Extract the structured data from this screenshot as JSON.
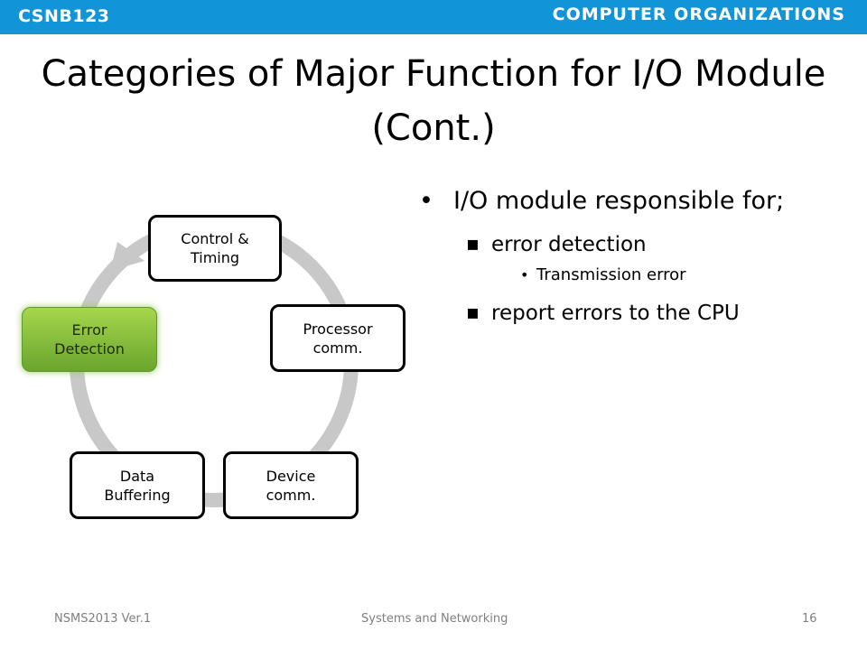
{
  "header": {
    "course_code": "CSNB123",
    "course_name": "COMPUTER ORGANIZATIONS",
    "bar_color": "#1295d8"
  },
  "slide": {
    "title": "Categories of Major Function for I/O Module (Cont.)"
  },
  "diagram": {
    "type": "cycle",
    "nodes": [
      {
        "label": "Control &\nTiming",
        "highlighted": false
      },
      {
        "label": "Processor\ncomm.",
        "highlighted": false
      },
      {
        "label": "Device\ncomm.",
        "highlighted": false
      },
      {
        "label": "Data\nBuffering",
        "highlighted": false
      },
      {
        "label": "Error\nDetection",
        "highlighted": true
      }
    ],
    "ring_color": "#c8c8c8",
    "highlight_color": "#8cc63f"
  },
  "bullets": {
    "main": "I/O module responsible for;",
    "sub1": "error detection",
    "sub1_detail": "Transmission error",
    "sub2": "report errors to the CPU"
  },
  "footer": {
    "version": "NSMS2013 Ver.1",
    "course_title": "Systems and Networking",
    "page_number": "16"
  }
}
